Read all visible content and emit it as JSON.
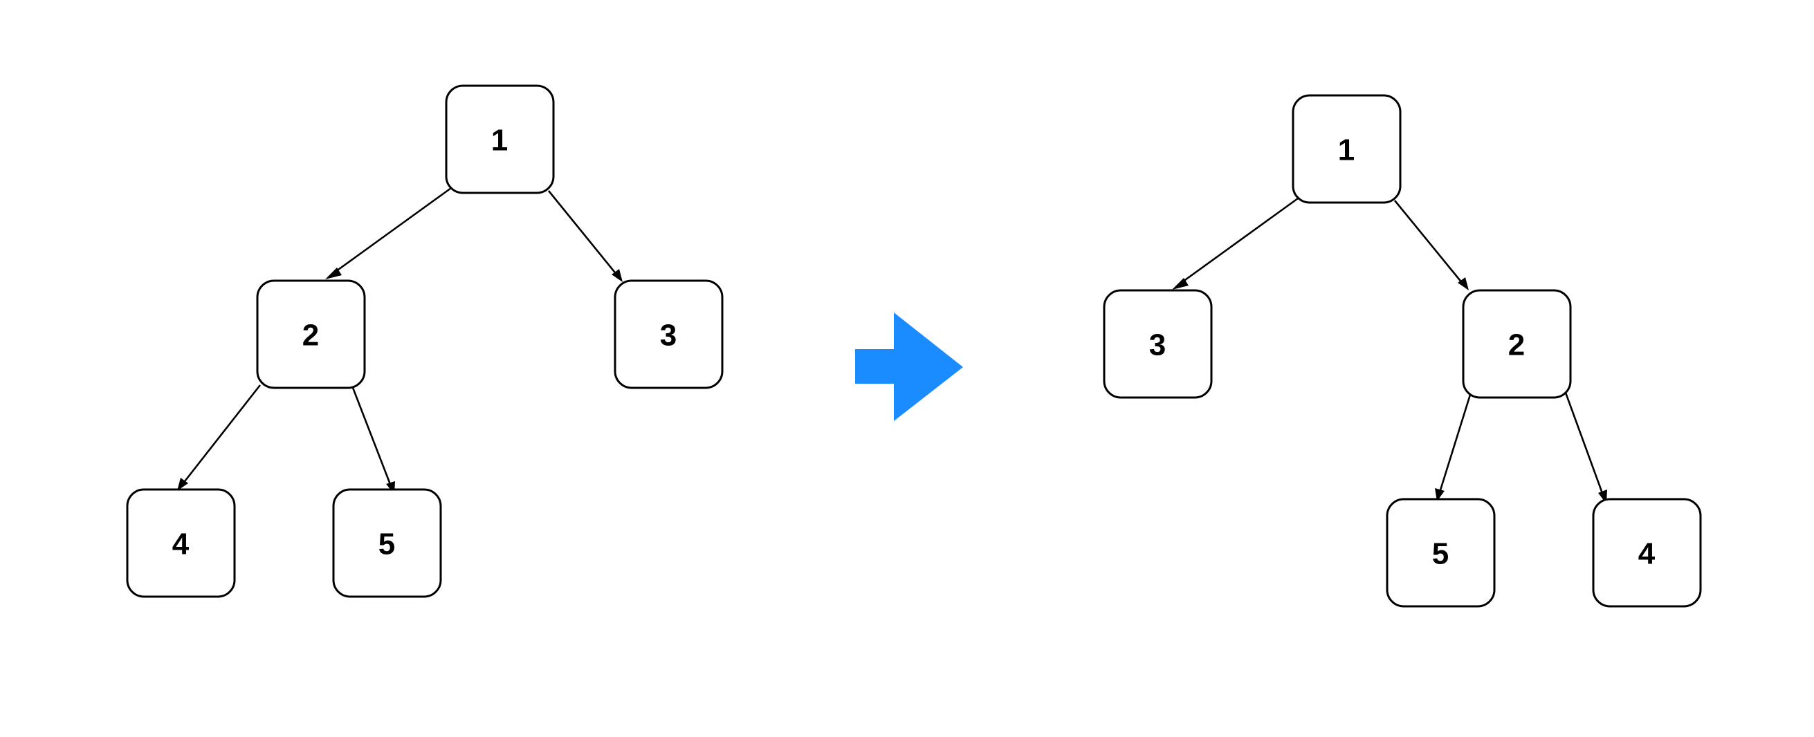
{
  "colors": {
    "node_stroke": "#000000",
    "node_fill": "#ffffff",
    "edge": "#000000",
    "transform_arrow": "#1a8cff"
  },
  "before_tree": {
    "nodes": {
      "n1": "1",
      "n2": "2",
      "n3": "3",
      "n4": "4",
      "n5": "5"
    },
    "edges": [
      [
        "n1",
        "n2"
      ],
      [
        "n1",
        "n3"
      ],
      [
        "n2",
        "n4"
      ],
      [
        "n2",
        "n5"
      ]
    ]
  },
  "transform_arrow": {
    "icon": "right-arrow-icon"
  },
  "after_tree": {
    "nodes": {
      "n1": "1",
      "n2": "2",
      "n3": "3",
      "n4": "4",
      "n5": "5"
    },
    "edges": [
      [
        "n1",
        "n3"
      ],
      [
        "n1",
        "n2"
      ],
      [
        "n2",
        "n5"
      ],
      [
        "n2",
        "n4"
      ]
    ]
  }
}
